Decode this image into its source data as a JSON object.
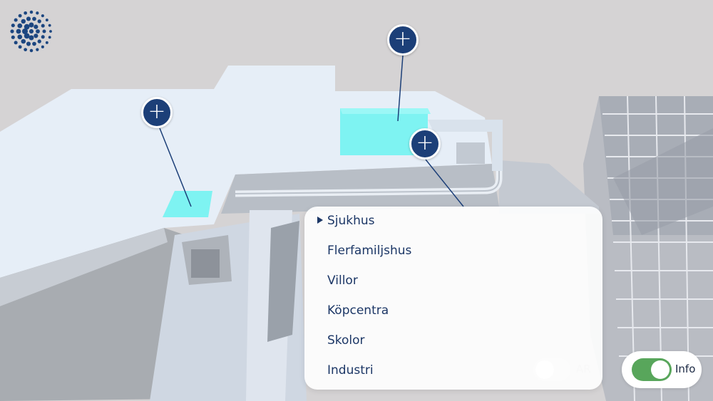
{
  "menu": {
    "items": [
      {
        "label": "Sjukhus",
        "selected": true
      },
      {
        "label": "Flerfamiljshus",
        "selected": false
      },
      {
        "label": "Villor",
        "selected": false
      },
      {
        "label": "Köpcentra",
        "selected": false
      },
      {
        "label": "Skolor",
        "selected": false
      },
      {
        "label": "Industri",
        "selected": false
      }
    ]
  },
  "hotspots": [
    {
      "icon": "plus-icon",
      "symbol": "+"
    },
    {
      "icon": "plus-icon",
      "symbol": "+"
    },
    {
      "icon": "plus-icon",
      "symbol": "+"
    }
  ],
  "toggles": {
    "ar": {
      "label": "AR",
      "on": false
    },
    "info": {
      "label": "Info",
      "on": true
    }
  },
  "colors": {
    "hotspot": "#1c3f78",
    "highlight": "#7ef3f2",
    "toggle_on": "#58a65b",
    "menu_text": "#1c3766",
    "logo": "#1c4680"
  }
}
